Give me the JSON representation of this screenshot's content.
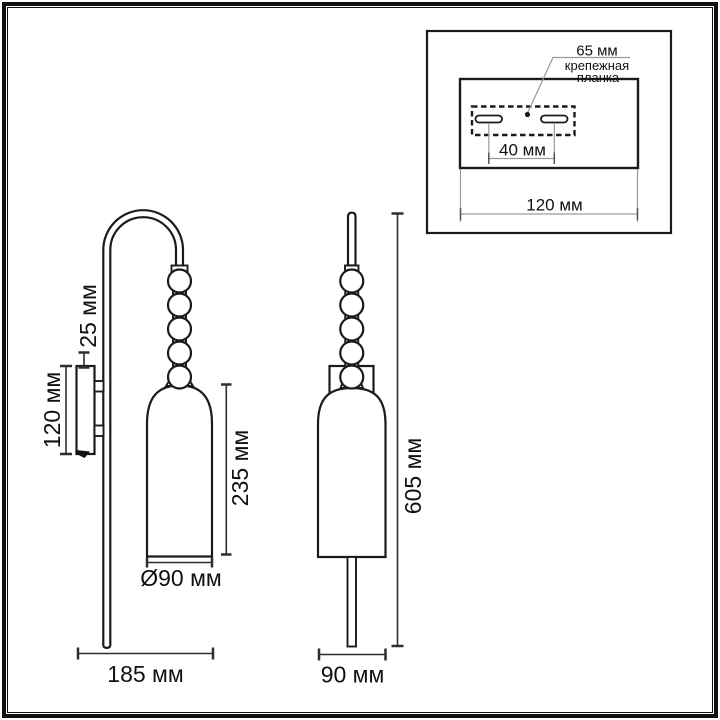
{
  "meta": {
    "background_color": "#ffffff",
    "line_color": "#1b1b1b",
    "dimension_line_color": "#2e2e2e",
    "inset_guide_color": "#9a9a9a",
    "text_color": "#111111"
  },
  "side_view": {
    "plate_offset_label": "25 мм",
    "plate_height_label": "120 мм",
    "shade_height_label": "235 мм",
    "shade_diameter_label": "Ø90 мм",
    "depth_label": "185 мм"
  },
  "front_view": {
    "total_height_label": "605 мм",
    "width_label": "90 мм"
  },
  "inset": {
    "offset_label": "65 мм",
    "part_label_line1": "крепежная",
    "part_label_line2": "планка",
    "hole_spacing_label": "40 мм",
    "plate_width_label": "120 мм"
  }
}
